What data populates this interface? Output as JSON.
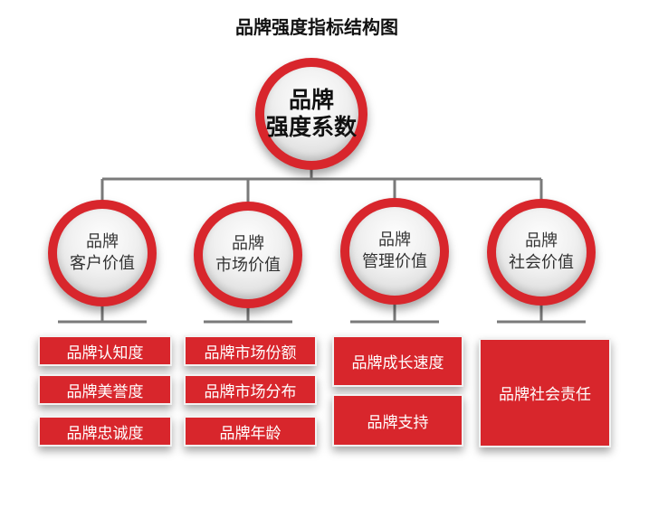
{
  "title": "品牌强度指标结构图",
  "root": {
    "line1": "品牌",
    "line2": "强度系数"
  },
  "categories": [
    {
      "line1": "品牌",
      "line2": "客户价值",
      "items": [
        "品牌认知度",
        "品牌美誉度",
        "品牌忠诚度"
      ]
    },
    {
      "line1": "品牌",
      "line2": "市场价值",
      "items": [
        "品牌市场份额",
        "品牌市场分布",
        "品牌年龄"
      ]
    },
    {
      "line1": "品牌",
      "line2": "管理价值",
      "items": [
        "品牌成长速度",
        "品牌支持"
      ]
    },
    {
      "line1": "品牌",
      "line2": "社会价值",
      "items": [
        "品牌社会责任"
      ]
    }
  ],
  "colors": {
    "accent_red": "#d8262c",
    "connector_gray": "#777777"
  }
}
